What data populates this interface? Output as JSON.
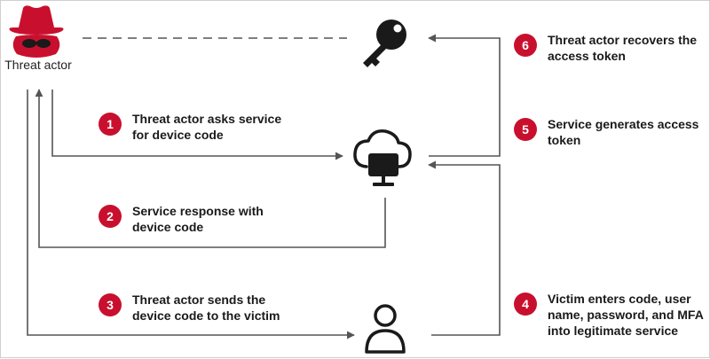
{
  "actor": {
    "label": "Threat actor"
  },
  "colors": {
    "accent": "#c8102e",
    "ink": "#1a1a1a",
    "line": "#555555"
  },
  "icons": [
    "threat-actor-icon",
    "key-icon",
    "cloud-computer-icon",
    "user-icon"
  ],
  "steps": [
    {
      "number": "1",
      "text": "Threat actor asks service\nfor device code"
    },
    {
      "number": "2",
      "text": "Service response with\ndevice code"
    },
    {
      "number": "3",
      "text": "Threat actor sends the\ndevice code to the victim"
    },
    {
      "number": "4",
      "text": "Victim enters code, user\nname, password, and MFA\ninto legitimate service"
    },
    {
      "number": "5",
      "text": "Service generates access\ntoken"
    },
    {
      "number": "6",
      "text": "Threat actor recovers the\naccess token"
    }
  ]
}
